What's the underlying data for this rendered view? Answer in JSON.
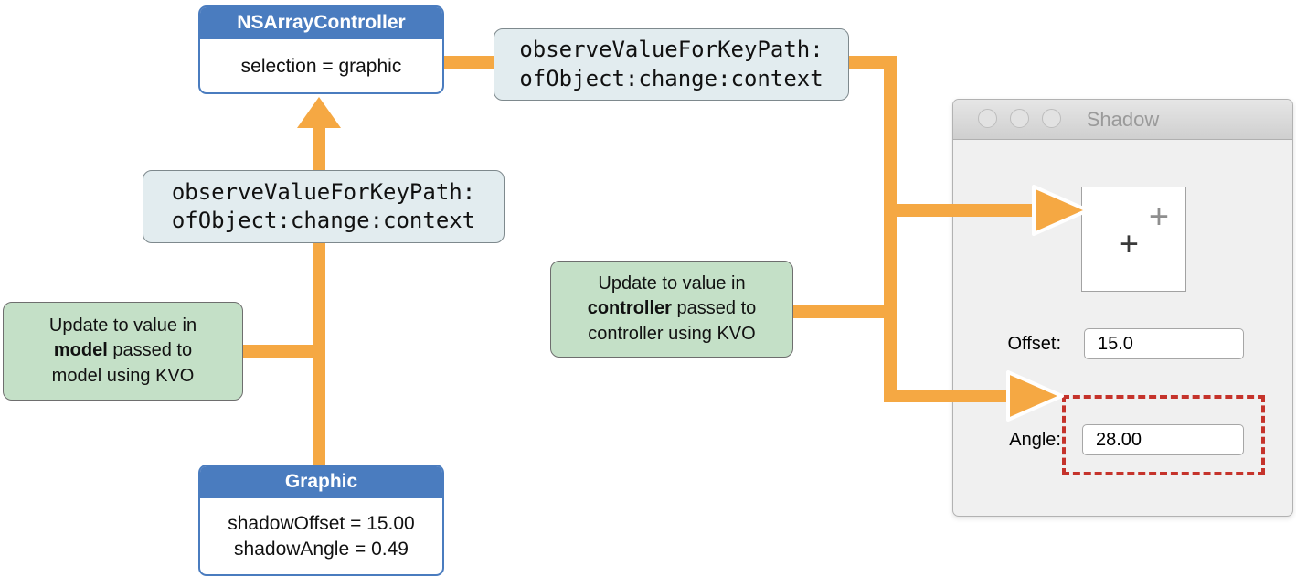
{
  "diagram": {
    "nsarraycontroller": {
      "title": "NSArrayController",
      "body": "selection = graphic"
    },
    "graphic": {
      "title": "Graphic",
      "line1": "shadowOffset = 15.00",
      "line2": "shadowAngle = 0.49"
    },
    "kvo_method_top": {
      "line1": "observeValueForKeyPath:",
      "line2": "ofObject:change:context"
    },
    "kvo_method_mid": {
      "line1": "observeValueForKeyPath:",
      "line2": "ofObject:change:context"
    },
    "note_model": {
      "line1": "Update to value in",
      "bold_word": "model",
      "line2_rest": " passed to",
      "line3": "model using KVO"
    },
    "note_controller": {
      "line1": "Update to value in",
      "bold_word": "controller",
      "line2_rest": " passed to",
      "line3": "controller using KVO"
    }
  },
  "window": {
    "title": "Shadow",
    "offset_label": "Offset:",
    "offset_value": "15.0",
    "angle_label": "Angle:",
    "angle_value": "28.00",
    "origin_cross": "+",
    "shadow_cross": "+"
  },
  "colors": {
    "arrow_orange": "#f5a843",
    "class_header_blue": "#4a7cbf",
    "method_box_fill": "#e2ecef",
    "note_green_fill": "#c4e0c7",
    "highlight_red": "#c5332b"
  }
}
